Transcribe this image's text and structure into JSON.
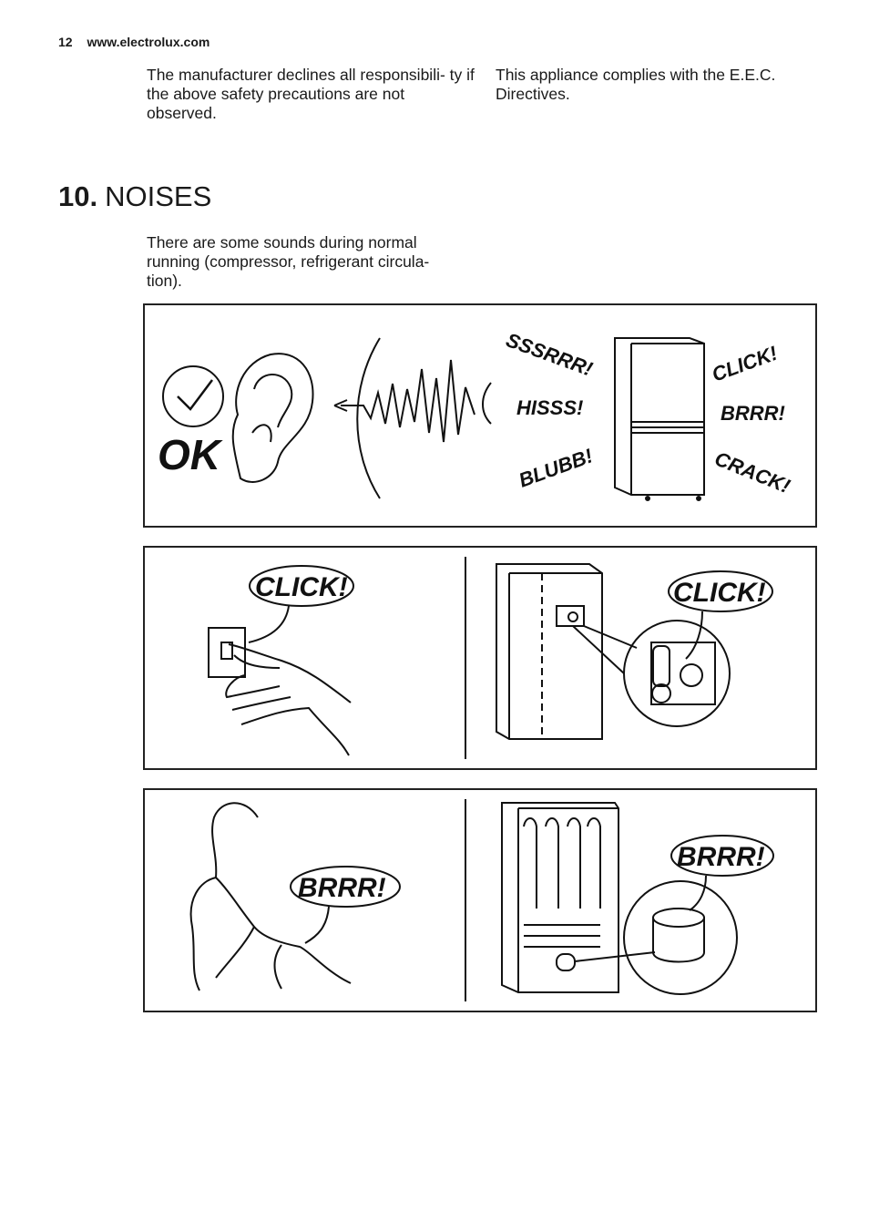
{
  "header": {
    "page_number": "12",
    "website": "www.electrolux.com"
  },
  "col1_text": "The manufacturer declines all responsibili- ty if the above safety precautions are not observed.",
  "col2_text": "This appliance complies with the E.E.C. Directives.",
  "section": {
    "number": "10.",
    "title": "NOISES"
  },
  "intro_text": "There are some sounds during normal running (compressor, refrigerant circula- tion).",
  "panel1": {
    "ok_label": "OK",
    "sounds": [
      "SSSRRR!",
      "HISSS!",
      "BLUBB!",
      "CLICK!",
      "BRRR!",
      "CRACK!"
    ]
  },
  "panel2": {
    "left_bubble": "CLICK!",
    "right_bubble": "CLICK!"
  },
  "panel3": {
    "left_bubble": "BRRR!",
    "right_bubble": "BRRR!"
  }
}
